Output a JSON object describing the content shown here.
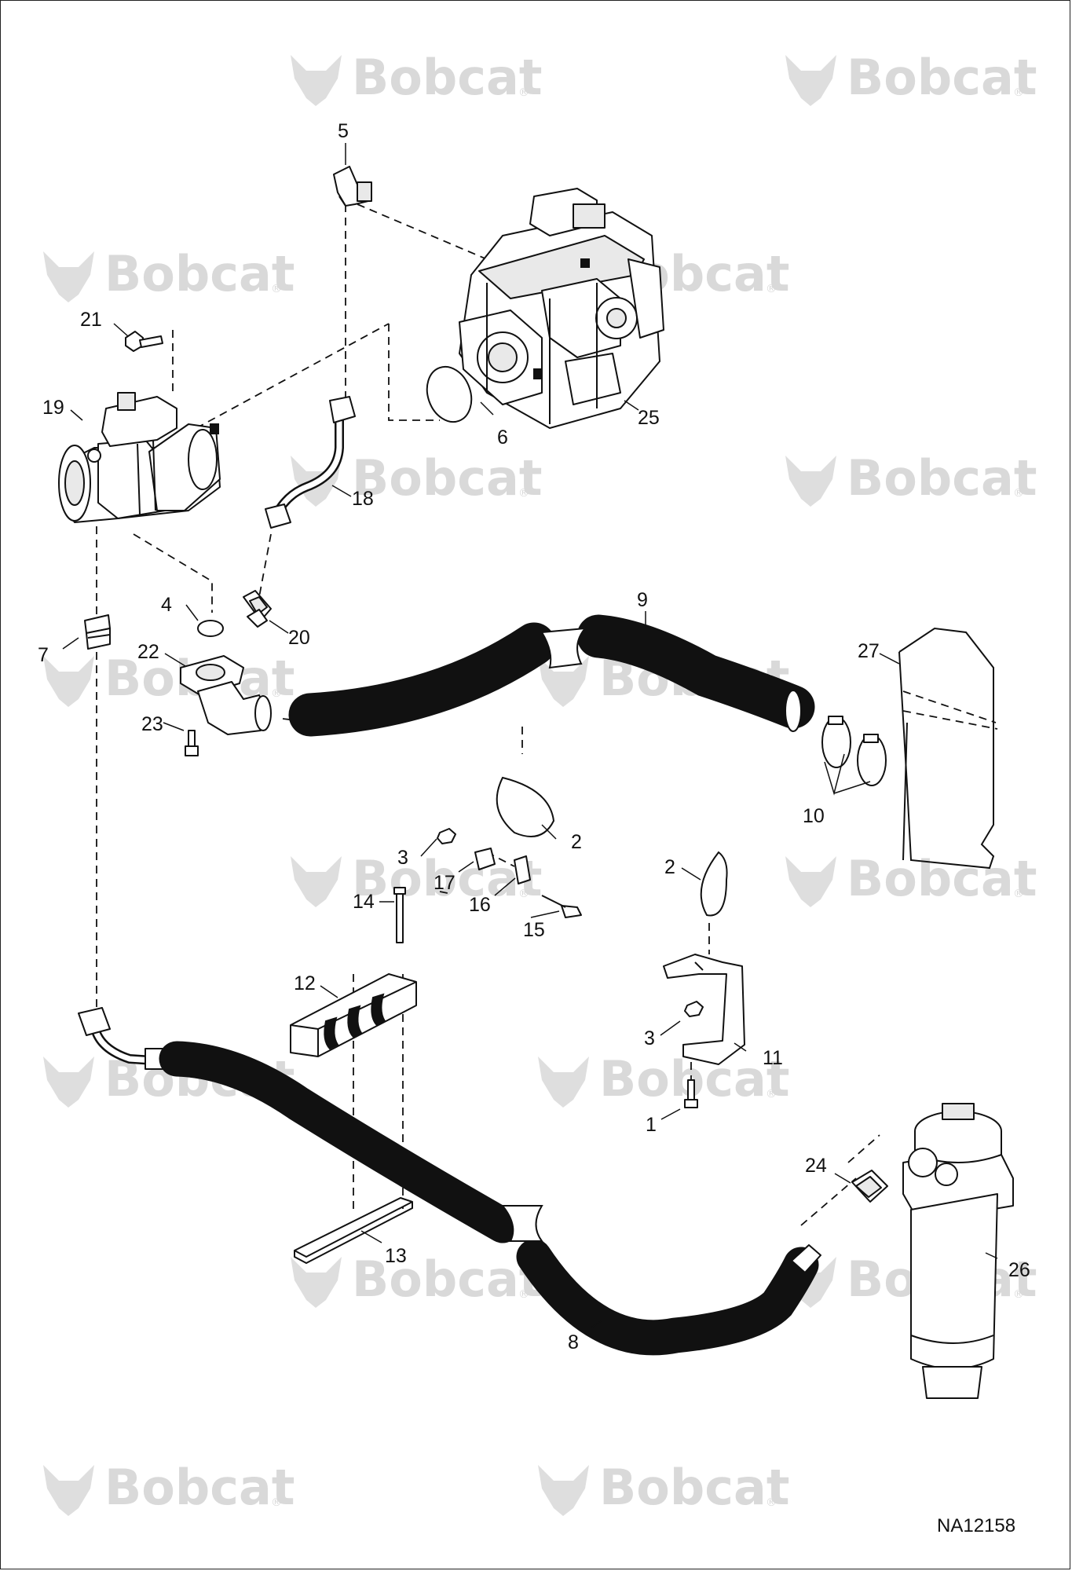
{
  "watermark": {
    "brand": "Bobcat",
    "registered_mark": "®",
    "logo_icon": "bobcat-head-logo-icon",
    "color": "#d9d9d9"
  },
  "drawing_code": "NA12158",
  "callouts": [
    "1",
    "2",
    "2",
    "3",
    "3",
    "4",
    "5",
    "6",
    "7",
    "8",
    "9",
    "10",
    "11",
    "12",
    "13",
    "14",
    "15",
    "16",
    "17",
    "18",
    "19",
    "20",
    "21",
    "22",
    "23",
    "24",
    "25",
    "26",
    "27"
  ],
  "colors": {
    "line": "#111111",
    "background": "#ffffff",
    "hose": "#111111"
  }
}
